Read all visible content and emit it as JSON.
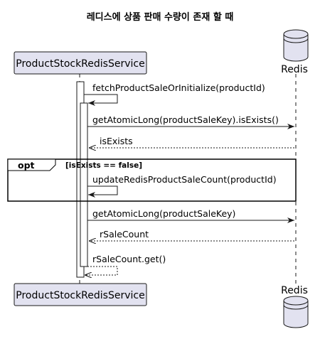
{
  "title": "레디스에 상품 판매 수량이 존재 할 때",
  "participants": {
    "service": "ProductStockRedisService",
    "redis": "Redis"
  },
  "messages": {
    "m1": "fetchProductSaleOrInitialize(productId)",
    "m2": "getAtomicLong(productSaleKey).isExists()",
    "m3": "isExists",
    "m4": "updateRedisProductSaleCount(productId)",
    "m5": "getAtomicLong(productSaleKey)",
    "m6": "rSaleCount",
    "m7": "rSaleCount.get()"
  },
  "fragment": {
    "keyword": "opt",
    "condition": "[isExists == false]"
  },
  "colors": {
    "participant_fill": "#e2e2f0",
    "participant_stroke": "#181818",
    "lifeline": "#181818",
    "activation_fill": "#ffffff"
  }
}
